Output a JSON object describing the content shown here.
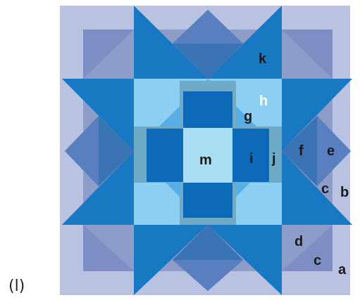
{
  "figure": {
    "caption": "(l)",
    "labels": {
      "a": "a",
      "b": "b",
      "c1": "c",
      "c2": "c",
      "d": "d",
      "e": "e",
      "f": "f",
      "g": "g",
      "h": "h",
      "i": "i",
      "j": "j",
      "k": "k",
      "m": "m"
    }
  },
  "colors": {
    "outer_border": "#b9c2e1",
    "second_border": "#8e9cca",
    "star_point": "#1878c2",
    "dark_diamond": "#3a73b4",
    "mid_diamond": "#5a7fc0",
    "light_triangle": "#5aaee6",
    "pale_triangle": "#8dcff2",
    "frame": "#6faac6",
    "dark_square": "#0d6ab8",
    "center_square": "#a8ddf3"
  }
}
